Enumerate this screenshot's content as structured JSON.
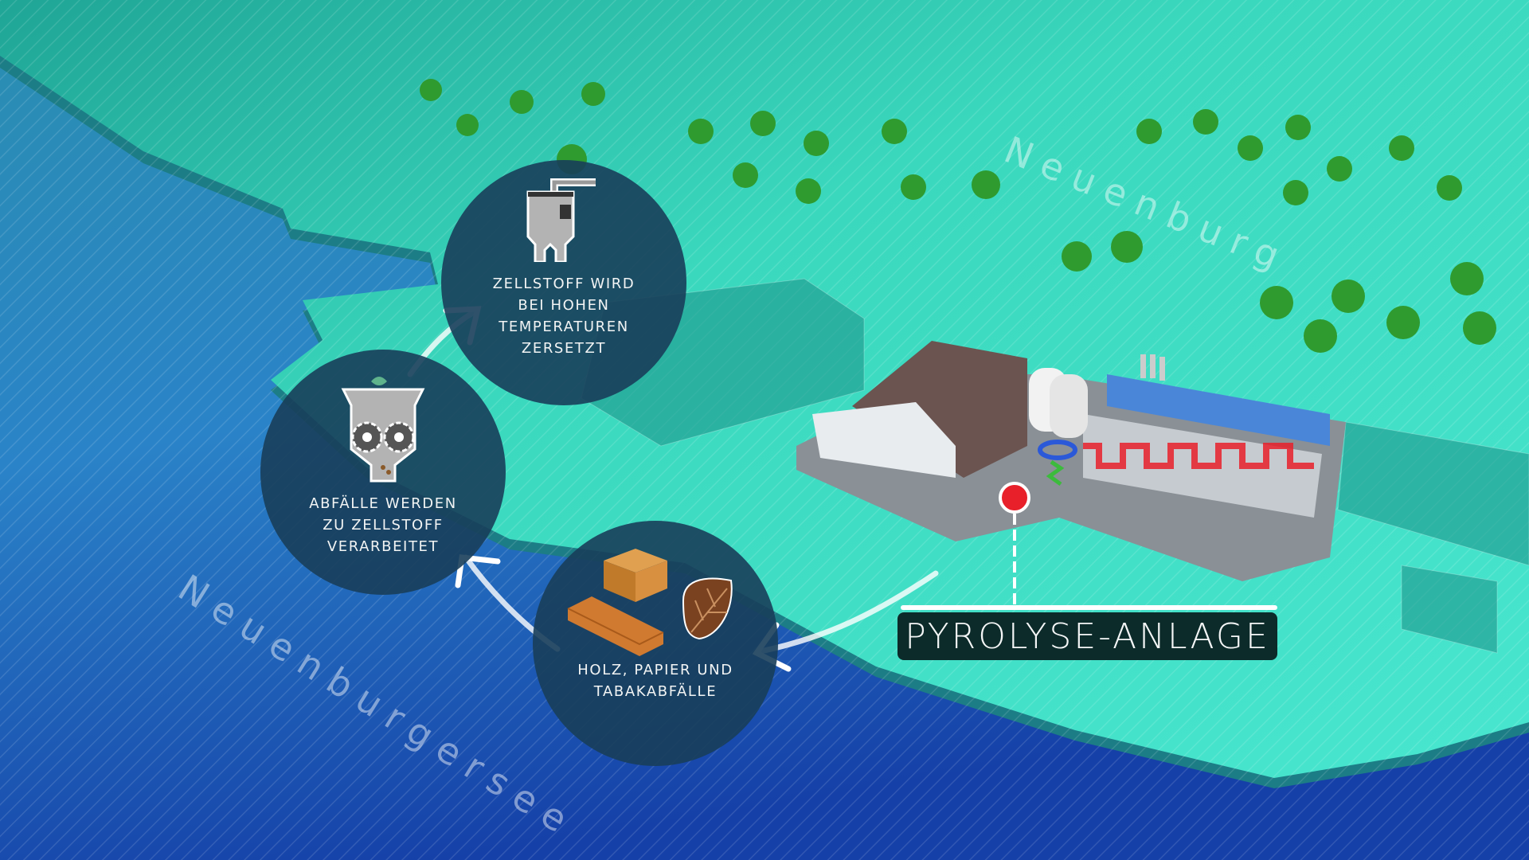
{
  "steps": [
    {
      "icon": "pyrolysis-reactor-icon",
      "lines": [
        "ZELLSTOFF WIRD",
        "BEI HOHEN",
        "TEMPERATUREN",
        "ZERSETZT"
      ]
    },
    {
      "icon": "shredder-gears-icon",
      "lines": [
        "ABFÄLLE WERDEN",
        "ZU ZELLSTOFF",
        "VERARBEITET"
      ]
    },
    {
      "icon": "wood-box-leaf-icon",
      "lines": [
        "HOLZ, PAPIER UND",
        "TABAKABFÄLLE"
      ]
    }
  ],
  "plant_label": "PYROLYSE-ANLAGE",
  "places": {
    "town": "Neuenburg",
    "lake": "Neuenburgersee"
  },
  "colors": {
    "land": "#3fe0c4",
    "water": "#1f63b8",
    "circle": "#183e5a",
    "label_bg": "#0c2b2a",
    "heat": "#e8202a"
  }
}
